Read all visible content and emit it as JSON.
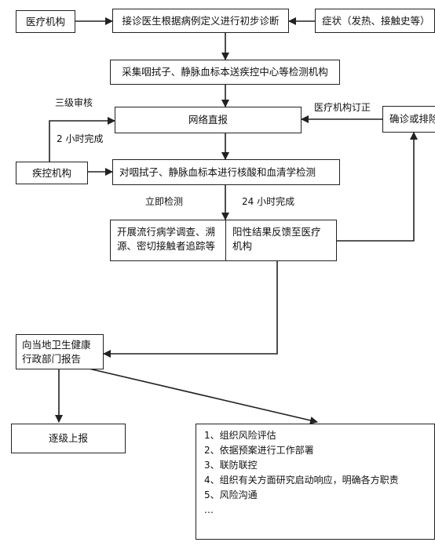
{
  "nodes": {
    "medical": "医疗机构",
    "initial_diagnosis": "接诊医生根据病例定义进行初步诊断",
    "symptoms": "症状（发热、接触史等）",
    "collect_samples": "采集咽拭子、静脉血标本送疾控中心等检测机构",
    "network_report": "网络直报",
    "confirm": "确诊或排除",
    "cdc": "疾控机构",
    "testing": "对咽拭子、静脉血标本进行核酸和血清学检测",
    "investigation": "开展流行病学调查、溯源、密切接触者追踪等",
    "positive_feedback": "阳性结果反馈至医疗机构",
    "report_health": "向当地卫生健康行政部门报告",
    "report_up": "逐级上报",
    "actions": [
      "1、组织风险评估",
      "2、依据预案进行工作部署",
      "3、联防联控",
      "4、组织有关方面研究启动响应，明确各方职责",
      "5、风险沟通",
      "…"
    ]
  },
  "labels": {
    "three_level": "三级审核",
    "two_hours": "2 小时完成",
    "correction": "医疗机构订正",
    "immediate": "立即检测",
    "twentyfour": "24 小时完成"
  }
}
